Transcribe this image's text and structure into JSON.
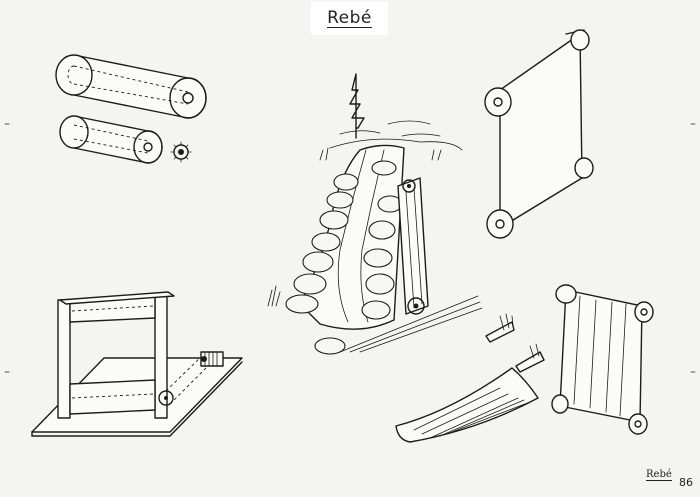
{
  "header": {
    "title": "Rebé"
  },
  "footer": {
    "signature": "Rebé",
    "page_number": "86"
  }
}
